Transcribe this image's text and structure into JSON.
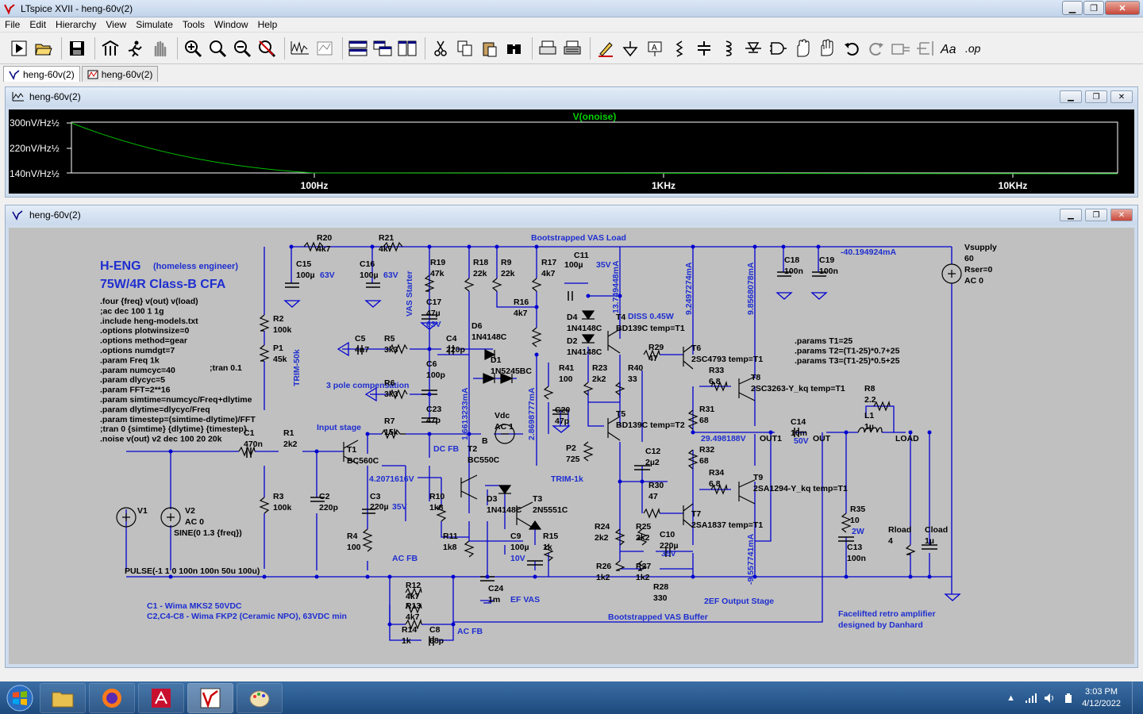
{
  "window": {
    "title": "LTspice XVII - heng-60v(2)"
  },
  "menu": [
    "File",
    "Edit",
    "Hierarchy",
    "View",
    "Simulate",
    "Tools",
    "Window",
    "Help"
  ],
  "toolbar": {
    "icons": [
      "run-icon",
      "open-icon",
      "save-icon",
      "control-panel-icon",
      "halt-icon",
      "pan-icon",
      "zoom-in-icon",
      "zoom-area-icon",
      "zoom-out-icon",
      "zoom-cancel-icon",
      "autorange-icon",
      "fit-icon",
      "tile-horizontal-icon",
      "cascade-icon",
      "tile-vertical-icon",
      "cut-icon",
      "copy-icon",
      "paste-icon",
      "find-icon",
      "print-icon",
      "print-setup-icon",
      "pencil-icon",
      "ground-icon",
      "label-icon",
      "resistor-icon",
      "capacitor-icon",
      "inductor-icon",
      "diode-icon",
      "component-icon",
      "move-icon",
      "drag-icon",
      "undo-icon",
      "redo-icon",
      "rotate-icon",
      "mirror-icon",
      "text-icon",
      "spice-directive-icon"
    ],
    "text_label": "Aa",
    "op_label": ".op"
  },
  "tabs": [
    {
      "label": "heng-60v(2)",
      "icon": "schematic-icon",
      "active": true
    },
    {
      "label": "heng-60v(2)",
      "icon": "waveform-icon",
      "active": false
    }
  ],
  "plot_window": {
    "title": "heng-60v(2)",
    "trace_name": "V(onoise)",
    "y_ticks": [
      "300nV/Hz½",
      "220nV/Hz½",
      "140nV/Hz½"
    ],
    "x_ticks": [
      "100Hz",
      "1KHz",
      "10KHz"
    ],
    "colors": {
      "background": "#000000",
      "trace": "#00c000",
      "text": "#ffffff",
      "trace_label": "#00d000"
    }
  },
  "schematic_window": {
    "title": "heng-60v(2)",
    "colors": {
      "background": "#c0c0c0",
      "wire": "#0000d0",
      "text": "#000000",
      "blue_text": "#1e2ed0"
    },
    "heading": {
      "name": "H-ENG",
      "sub": "(homeless engineer)",
      "model": "75W/4R Class-B  CFA"
    },
    "directives": [
      ".four {freq} v(out) v(load)",
      ";ac dec 100 1 1g",
      ".include heng-models.txt",
      ".options plotwinsize=0",
      ".options method=gear",
      ".options numdgt=7",
      ".param Freq 1k",
      ".param numcyc=40",
      ".param dlycyc=5",
      ".param FFT=2**16",
      ".param simtime=numcyc/Freq+dlytime",
      ".param dlytime=dlycyc/Freq",
      ".param timestep=(simtime-dlytime)/FFT",
      ";tran 0 {simtime} {dlytime} {timestep}",
      ".noise v(out) v2 dec 100 20 20k"
    ],
    "tran_comment": ";tran 0.1",
    "params": [
      ".params T1=25",
      ".params T2=(T1-25)*0.7+25",
      ".params T3=(T1-25)*0.5+25"
    ],
    "notes": {
      "c1": "C1 - Wima MKS2 50VDC",
      "c2": "C2,C4-C8 - Wima FKP2 (Ceramic NPO), 63VDC min",
      "credit1": "Facelifted retro amplifier",
      "credit2": "designed by Danhard"
    },
    "section_labels": {
      "bootstrap": "Bootstrapped VAS Load",
      "vas_starter": "VAS Starter",
      "pole": "3 pole compensation",
      "input": "Input stage",
      "dcfb": "DC FB",
      "acfb1": "AC FB",
      "acfb2": "AC FB",
      "efvas": "EF VAS",
      "output": "2EF Output Stage",
      "buffer": "Bootstrapped VAS Buffer",
      "diss": "DISS 0.45W",
      "trim50": "TRIM-50k",
      "trim1": "TRIM-1k"
    },
    "currents": {
      "i1": "13.749448mA",
      "i2": "9.2497274mA",
      "i3": "9.8568078mA",
      "i4": "-40.194924mA",
      "i5": "1.6613233mA",
      "i6": "2.8698777mA",
      "i7": "-9.557741mA"
    },
    "voltages": {
      "v1": "4.2071616V",
      "v2": "29.498188V"
    },
    "components": {
      "R20": [
        "R20",
        "4k7"
      ],
      "R21": [
        "R21",
        "4k7"
      ],
      "C15": [
        "C15",
        "100µ",
        "63V"
      ],
      "C16": [
        "C16",
        "100µ",
        "63V"
      ],
      "R19": [
        "R19",
        "47k"
      ],
      "R18": [
        "R18",
        "22k"
      ],
      "R9": [
        "R9",
        "22k"
      ],
      "R17": [
        "R17",
        "4k7"
      ],
      "C11": [
        "C11",
        "100µ",
        "35V"
      ],
      "C17": [
        "C17",
        "47µ",
        "63V"
      ],
      "R16": [
        "R16",
        "4k7"
      ],
      "D6": [
        "D6",
        "1N4148C"
      ],
      "D4": [
        "D4",
        "1N4148C"
      ],
      "D2": [
        "D2",
        "1N4148C"
      ],
      "T4": [
        "T4",
        "BD139C temp=T1"
      ],
      "R2": [
        "R2",
        "100k"
      ],
      "P1": [
        "P1",
        "45k"
      ],
      "C5": [
        "C5",
        "4n7"
      ],
      "R5": [
        "R5",
        "3k3"
      ],
      "C4": [
        "C4",
        "220p"
      ],
      "C6": [
        "C6",
        "100p"
      ],
      "D1": [
        "D1",
        "1N5245BC"
      ],
      "R6": [
        "R6",
        "3k3"
      ],
      "C23": [
        "C23",
        "47p"
      ],
      "R41": [
        "R41",
        "100"
      ],
      "R23": [
        "R23",
        "2k2"
      ],
      "R40": [
        "R40",
        "33"
      ],
      "C20": [
        "C20",
        "47p"
      ],
      "R29": [
        "R29",
        "47"
      ],
      "T6": [
        "T6",
        "2SC4793 temp=T1"
      ],
      "R33": [
        "R33",
        "6.8"
      ],
      "T8": [
        "T8",
        "2SC3263-Y_kq temp=T1"
      ],
      "R8": [
        "R8",
        "2.2"
      ],
      "L1": [
        "L1",
        "1µ"
      ],
      "R31": [
        "R31",
        "68"
      ],
      "R32": [
        "R32",
        "68"
      ],
      "T5": [
        "T5",
        "BD139C temp=T2"
      ],
      "P2": [
        "P2",
        "725"
      ],
      "C12": [
        "C12",
        "2µ2"
      ],
      "C14": [
        "C14",
        "10m",
        "50V"
      ],
      "R7": [
        "R7",
        "15k"
      ],
      "C1": [
        "C1",
        "470n"
      ],
      "R1": [
        "R1",
        "2k2"
      ],
      "T1": [
        "T1",
        "BC560C"
      ],
      "T2": [
        "T2",
        "BC550C"
      ],
      "V1": [
        "V1"
      ],
      "V2": [
        "V2",
        "AC 0",
        "SINE(0 1.3 {freq})"
      ],
      "Vdc": [
        "Vdc",
        "AC 1"
      ],
      "R3": [
        "R3",
        "100k"
      ],
      "C2": [
        "C2",
        "220p"
      ],
      "C3": [
        "C3",
        "220µ",
        "35V"
      ],
      "R10": [
        "R10",
        "1k8"
      ],
      "D3": [
        "D3",
        "1N4148C"
      ],
      "T3": [
        "T3",
        "2N5551C"
      ],
      "R4": [
        "R4",
        "100"
      ],
      "R11": [
        "R11",
        "1k8"
      ],
      "C9": [
        "C9",
        "100µ",
        "10V"
      ],
      "R15": [
        "R15",
        "1k"
      ],
      "C24": [
        "C24",
        "1m"
      ],
      "R30": [
        "R30",
        "47"
      ],
      "R34": [
        "R34",
        "6.8"
      ],
      "T9": [
        "T9",
        "2SA1294-Y_kq temp=T1"
      ],
      "T7": [
        "T7",
        "2SA1837 temp=T1"
      ],
      "R24": [
        "R24",
        "2k2"
      ],
      "R25": [
        "R25",
        "2k2"
      ],
      "C10": [
        "C10",
        "220µ",
        "35V"
      ],
      "R26": [
        "R26",
        "1k2"
      ],
      "R27": [
        "R27",
        "1k2"
      ],
      "R28": [
        "R28",
        "330"
      ],
      "R35": [
        "R35",
        "10",
        "2W"
      ],
      "C13": [
        "C13",
        "100n"
      ],
      "Rload": [
        "Rload",
        "4"
      ],
      "Cload": [
        "Cload",
        "1µ"
      ],
      "C18": [
        "C18",
        "100n"
      ],
      "C19": [
        "C19",
        "100n"
      ],
      "Vsupply": [
        "Vsupply",
        "60",
        "Rser=0",
        "AC 0"
      ],
      "R12": [
        "R12",
        "4k7"
      ],
      "R13": [
        "R13",
        "4k7"
      ],
      "R14": [
        "R14",
        "1k"
      ],
      "C8": [
        "C8",
        "68p"
      ]
    },
    "pulse": "PULSE(-1 1 0 100n 100n 50u 100u)",
    "nets": {
      "B": "B",
      "OUT1": "OUT1",
      "OUT": "OUT",
      "LOAD": "LOAD"
    }
  },
  "taskbar": {
    "items": [
      "explorer-icon",
      "firefox-icon",
      "acrobat-icon",
      "ltspice-icon",
      "paint-icon"
    ],
    "time": "3:03 PM",
    "date": "4/12/2022"
  }
}
